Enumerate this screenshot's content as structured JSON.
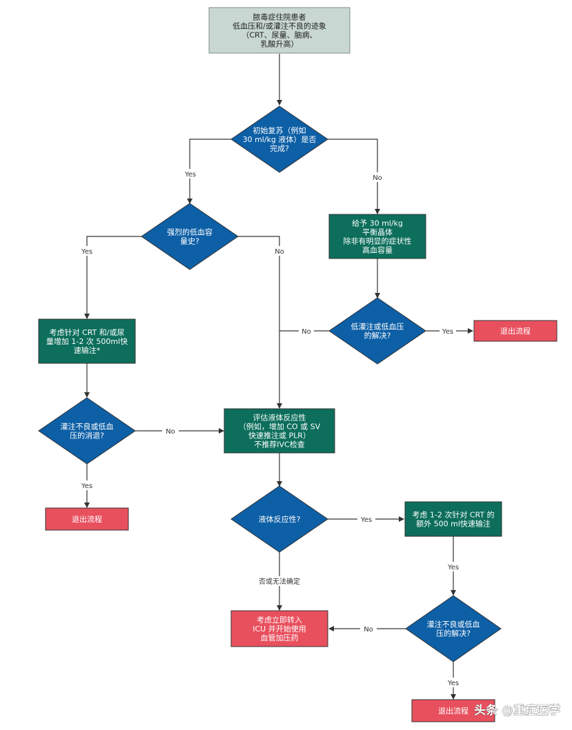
{
  "colors": {
    "start": "#c8d7d2",
    "decision": "#0d5fa6",
    "action": "#0c6e5b",
    "exit": "#e8505e",
    "line": "#333333"
  },
  "nodes": {
    "start": [
      "脓毒症住院患者",
      "低血压和/或灌注不良的迹象",
      "（CRT、尿量、脑病、",
      "乳酸升高）"
    ],
    "d_initial": [
      "初始复苏（例如",
      "30 ml/kg 液体）是否",
      "完成?"
    ],
    "a_give30": [
      "给予 30 ml/kg",
      "平衡晶体",
      "除非有明显的症状性",
      "高血容量"
    ],
    "d_severe_loss": [
      "强烈的低血容",
      "量史?"
    ],
    "d_resolve1": [
      "低灌注或低血压",
      "的解决?"
    ],
    "exit1": [
      "退出流程"
    ],
    "a_consider_bolus": [
      "考虑针对 CRT 和/或尿",
      "量增加 1-2 次 500ml快",
      "速输注*"
    ],
    "d_resolve2": [
      "灌注不良或低血",
      "压的消退?"
    ],
    "a_assess": [
      "评估液体反应性",
      "（例如，增加 CO 或 SV",
      "快速推注或 PLR）",
      "不推荐IVC检查"
    ],
    "exit2": [
      "退出流程"
    ],
    "d_responsive": [
      "液体反应性?"
    ],
    "a_extra_bolus": [
      "考虑 1-2 次针对 CRT 的",
      "额外 500 ml快速输注"
    ],
    "a_icu": [
      "考虑立即转入",
      "ICU 并开始使用",
      "血管加压药"
    ],
    "d_resolve3": [
      "灌注不良或低血",
      "压的解决?"
    ],
    "exit3": [
      "退出流程"
    ]
  },
  "edge_labels": {
    "yes": "Yes",
    "no": "No",
    "uncertain": "否或无法确定"
  },
  "watermark": "头条 @重症医学"
}
